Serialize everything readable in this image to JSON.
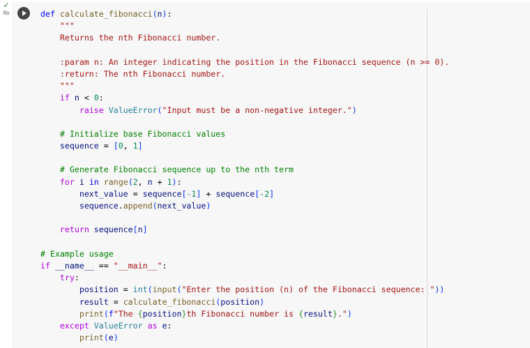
{
  "cell": {
    "status": {
      "icon": "check-icon",
      "elapsed": "6s"
    },
    "run_button": {
      "icon": "play-icon"
    }
  },
  "code_lines": [
    [
      {
        "t": "def",
        "c": "kw-def"
      },
      {
        "t": " "
      },
      {
        "t": "calculate_fibonacci",
        "c": "fn"
      },
      {
        "t": "(",
        "c": "br"
      },
      {
        "t": "n",
        "c": "var"
      },
      {
        "t": ")",
        "c": "br"
      },
      {
        "t": ":"
      }
    ],
    [
      {
        "t": "    \"\"\"",
        "c": "str"
      }
    ],
    [
      {
        "t": "    Returns the nth Fibonacci number.",
        "c": "str"
      }
    ],
    [],
    [
      {
        "t": "    :param n: An integer indicating the position in the Fibonacci sequence (n >= 0).",
        "c": "str"
      }
    ],
    [
      {
        "t": "    :return: The nth Fibonacci number.",
        "c": "str"
      }
    ],
    [
      {
        "t": "    \"\"\"",
        "c": "str"
      }
    ],
    [
      {
        "t": "    "
      },
      {
        "t": "if",
        "c": "kw"
      },
      {
        "t": " "
      },
      {
        "t": "n",
        "c": "var"
      },
      {
        "t": " < "
      },
      {
        "t": "0",
        "c": "num"
      },
      {
        "t": ":"
      }
    ],
    [
      {
        "t": "        "
      },
      {
        "t": "raise",
        "c": "kw"
      },
      {
        "t": " "
      },
      {
        "t": "ValueError",
        "c": "cls"
      },
      {
        "t": "(",
        "c": "br"
      },
      {
        "t": "\"Input must be a non-negative integer.\"",
        "c": "str"
      },
      {
        "t": ")",
        "c": "br"
      }
    ],
    [],
    [
      {
        "t": "    "
      },
      {
        "t": "# Initialize base Fibonacci values",
        "c": "cmt"
      }
    ],
    [
      {
        "t": "    "
      },
      {
        "t": "sequence",
        "c": "var"
      },
      {
        "t": " = "
      },
      {
        "t": "[",
        "c": "br"
      },
      {
        "t": "0",
        "c": "num"
      },
      {
        "t": ", "
      },
      {
        "t": "1",
        "c": "num"
      },
      {
        "t": "]",
        "c": "br"
      }
    ],
    [],
    [
      {
        "t": "    "
      },
      {
        "t": "# Generate Fibonacci sequence up to the nth term",
        "c": "cmt"
      }
    ],
    [
      {
        "t": "    "
      },
      {
        "t": "for",
        "c": "kw"
      },
      {
        "t": " "
      },
      {
        "t": "i",
        "c": "var"
      },
      {
        "t": " "
      },
      {
        "t": "in",
        "c": "kw-blue"
      },
      {
        "t": " "
      },
      {
        "t": "range",
        "c": "fn"
      },
      {
        "t": "(",
        "c": "br"
      },
      {
        "t": "2",
        "c": "num"
      },
      {
        "t": ", "
      },
      {
        "t": "n",
        "c": "var"
      },
      {
        "t": " + "
      },
      {
        "t": "1",
        "c": "num"
      },
      {
        "t": ")",
        "c": "br"
      },
      {
        "t": ":"
      }
    ],
    [
      {
        "t": "        "
      },
      {
        "t": "next_value",
        "c": "var"
      },
      {
        "t": " = "
      },
      {
        "t": "sequence",
        "c": "var"
      },
      {
        "t": "[",
        "c": "br"
      },
      {
        "t": "-1",
        "c": "num"
      },
      {
        "t": "]",
        "c": "br"
      },
      {
        "t": " + "
      },
      {
        "t": "sequence",
        "c": "var"
      },
      {
        "t": "[",
        "c": "br"
      },
      {
        "t": "-2",
        "c": "num"
      },
      {
        "t": "]",
        "c": "br"
      }
    ],
    [
      {
        "t": "        "
      },
      {
        "t": "sequence",
        "c": "var"
      },
      {
        "t": "."
      },
      {
        "t": "append",
        "c": "fn"
      },
      {
        "t": "(",
        "c": "br"
      },
      {
        "t": "next_value",
        "c": "var"
      },
      {
        "t": ")",
        "c": "br"
      }
    ],
    [],
    [
      {
        "t": "    "
      },
      {
        "t": "return",
        "c": "kw"
      },
      {
        "t": " "
      },
      {
        "t": "sequence",
        "c": "var"
      },
      {
        "t": "[",
        "c": "br"
      },
      {
        "t": "n",
        "c": "var"
      },
      {
        "t": "]",
        "c": "br"
      }
    ],
    [],
    [
      {
        "t": "# Example usage",
        "c": "cmt"
      }
    ],
    [
      {
        "t": "if",
        "c": "kw"
      },
      {
        "t": " "
      },
      {
        "t": "__name__",
        "c": "var"
      },
      {
        "t": " == "
      },
      {
        "t": "\"__main__\"",
        "c": "str"
      },
      {
        "t": ":"
      }
    ],
    [
      {
        "t": "    "
      },
      {
        "t": "try",
        "c": "kw"
      },
      {
        "t": ":"
      }
    ],
    [
      {
        "t": "        "
      },
      {
        "t": "position",
        "c": "var"
      },
      {
        "t": " = "
      },
      {
        "t": "int",
        "c": "cls"
      },
      {
        "t": "(",
        "c": "br"
      },
      {
        "t": "input",
        "c": "fn"
      },
      {
        "t": "(",
        "c": "br"
      },
      {
        "t": "\"Enter the position (n) of the Fibonacci sequence: \"",
        "c": "str"
      },
      {
        "t": ")",
        "c": "br"
      },
      {
        "t": ")",
        "c": "br"
      }
    ],
    [
      {
        "t": "        "
      },
      {
        "t": "result",
        "c": "var"
      },
      {
        "t": " = "
      },
      {
        "t": "calculate_fibonacci",
        "c": "fn"
      },
      {
        "t": "(",
        "c": "br"
      },
      {
        "t": "position",
        "c": "var"
      },
      {
        "t": ")",
        "c": "br"
      }
    ],
    [
      {
        "t": "        "
      },
      {
        "t": "print",
        "c": "fn"
      },
      {
        "t": "(",
        "c": "br"
      },
      {
        "t": "f",
        "c": "kw-blue"
      },
      {
        "t": "\"The ",
        "c": "str"
      },
      {
        "t": "{",
        "c": "brace"
      },
      {
        "t": "position",
        "c": "var"
      },
      {
        "t": "}",
        "c": "brace"
      },
      {
        "t": "th Fibonacci number is ",
        "c": "str"
      },
      {
        "t": "{",
        "c": "brace"
      },
      {
        "t": "result",
        "c": "var"
      },
      {
        "t": "}",
        "c": "brace"
      },
      {
        "t": ".\"",
        "c": "str"
      },
      {
        "t": ")",
        "c": "br"
      }
    ],
    [
      {
        "t": "    "
      },
      {
        "t": "except",
        "c": "kw"
      },
      {
        "t": " "
      },
      {
        "t": "ValueError",
        "c": "cls"
      },
      {
        "t": " "
      },
      {
        "t": "as",
        "c": "kw"
      },
      {
        "t": " "
      },
      {
        "t": "e",
        "c": "var"
      },
      {
        "t": ":"
      }
    ],
    [
      {
        "t": "        "
      },
      {
        "t": "print",
        "c": "fn"
      },
      {
        "t": "(",
        "c": "br"
      },
      {
        "t": "e",
        "c": "var"
      },
      {
        "t": ")",
        "c": "br"
      }
    ]
  ],
  "colors": {
    "cell_background": "#f7f7f7",
    "keyword": "#af00db",
    "def_keyword": "#0000ff",
    "function": "#795e26",
    "class": "#267f99",
    "string": "#a31515",
    "comment": "#008000",
    "number": "#098658",
    "bracket": "#0431fa",
    "variable": "#001080"
  }
}
